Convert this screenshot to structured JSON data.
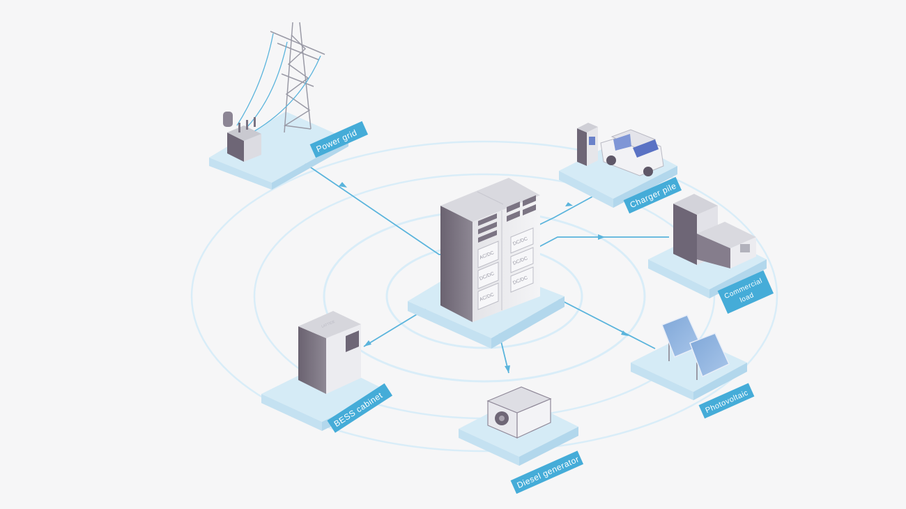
{
  "nodes": {
    "power_grid": "Power grid",
    "charger_pile": "Charger pile",
    "commercial_load_1": "Commercial",
    "commercial_load_2": "load",
    "photovoltaic": "Photovoltaic",
    "diesel_generator": "Diesel generator",
    "bess_cabinet": "BESS cabinet"
  },
  "cabinet_modules": {
    "left": [
      "AC/DC",
      "DC/DC",
      "AC/DC"
    ],
    "right": [
      "DC/DC",
      "DC/DC",
      "DC/DC"
    ]
  },
  "bess_brand": "LATTICE",
  "colors": {
    "background": "#f6f6f7",
    "platform_top": "#d5ebf6",
    "platform_side": "#b8dbee",
    "label": "#45acd8",
    "connector": "#5ab4dc",
    "ring": "#d9edf8"
  }
}
